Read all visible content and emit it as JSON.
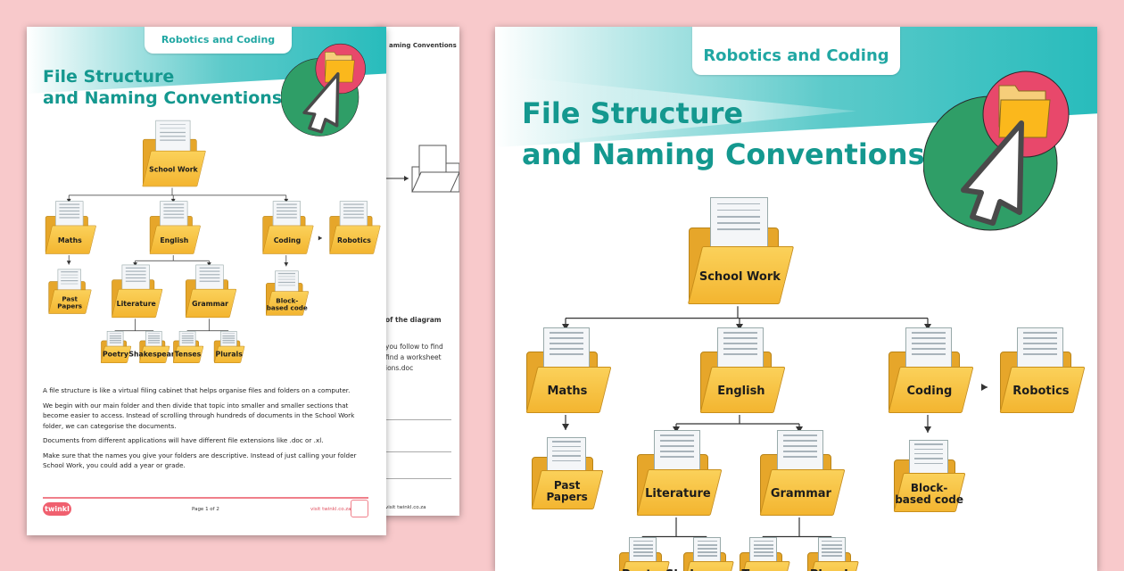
{
  "colors": {
    "background": "#f8c9cb",
    "title": "#14988f",
    "accent_teal": "#28bcbc",
    "brand_pink": "#f0606f",
    "folder": "#f3b530"
  },
  "back_page": {
    "heading_fragment": "aming Conventions",
    "subheading_fragment": "of the diagram",
    "text_fragments": [
      "you follow to find",
      "find a worksheet",
      "ions.doc"
    ],
    "footer_link": "visit twinkl.co.za"
  },
  "worksheet": {
    "subject_tab": "Robotics and Coding",
    "title_line1": "File Structure",
    "title_line2": "and Naming Conventions",
    "icon": "folder-cursor-icon",
    "tree": {
      "school_work": "School Work",
      "maths": "Maths",
      "english": "English",
      "coding": "Coding",
      "robotics": "Robotics",
      "past_papers": "Past Papers",
      "literature": "Literature",
      "grammar": "Grammar",
      "block_based": "Block-based code",
      "poetry": "Poetry",
      "shakespeare": "Shakespeare",
      "tenses": "Tenses",
      "plurals": "Plurals"
    },
    "paragraphs": [
      "A file structure is like a virtual filing cabinet that helps organise files and folders on a computer.",
      "We begin with our main folder and then divide that topic into smaller and smaller sections that become easier to access. Instead of scrolling through hundreds of documents in the School Work folder, we can categorise the documents.",
      "Documents from different applications will have different file extensions like .doc or .xl.",
      "Make sure that the names you give your folders are descriptive. Instead of just calling your folder School Work, you could add a year or grade."
    ],
    "footer": {
      "logo": "twinkl",
      "page": "Page 1 of 2",
      "link": "visit twinkl.co.za"
    }
  }
}
